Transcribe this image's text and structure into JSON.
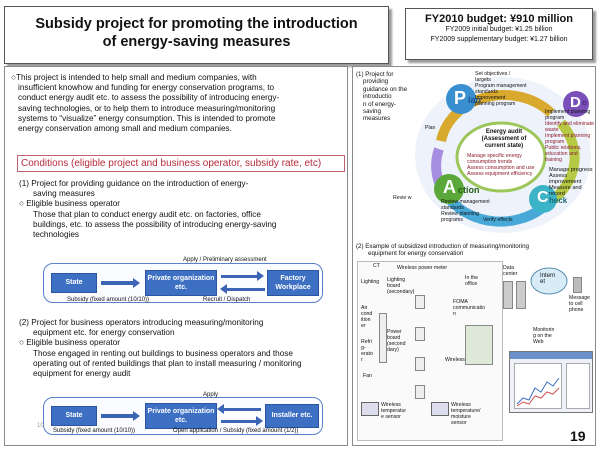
{
  "title": "Subsidy project for promoting the introduction of energy-saving measures",
  "budget": {
    "main": "FY2010 budget: ¥910 million",
    "initial": "FY2009 initial budget: ¥1.25 billion",
    "supplementary": "FY2009 supplementary budget: ¥1.27 billion"
  },
  "intro": {
    "bullet": "○",
    "lines": [
      "This project is intended to help small and medium companies, with",
      "insufficient knowhow  and funding for energy conservation programs, to",
      "conduct energy audit etc. to assess the possibility of introducing energy-",
      "saving technologies, or to help them to introduce measuring/monitoring",
      "systems to “visualize” energy consumption. This is intended to promote",
      "energy conservation among small and medium companies."
    ]
  },
  "conditions_heading": "Conditions (eligible project and business operator, subsidy rate, etc)",
  "section1": {
    "heading": [
      "(1) Project for providing guidance on the introduction of energy-",
      "saving measures"
    ],
    "eligible_label": "○ Eligible business operator",
    "eligible_text": [
      "Those that plan to conduct energy audit etc. on factories, office",
      "buildings, etc. to assess the possibility of introducing energy-saving",
      "technologies"
    ],
    "flow": {
      "state": "State",
      "private": "Private organization etc.",
      "target": "Factory Workplace",
      "top_label": "Apply / Preliminary assessment",
      "left_label": "Subsidy (fixed amount (10/10))",
      "right_label": "Recruit / Dispatch"
    }
  },
  "section2": {
    "heading": [
      "(2) Project for business operators introducing measuring/monitoring",
      "equipment etc. for energy conservation"
    ],
    "eligible_label": "○ Eligible business operator",
    "eligible_text": [
      "Those engaged in renting out buildings to business operators and those",
      "operating out of rented buildings that plan to install measuring / monitoring",
      "equipment for energy audit"
    ],
    "flow": {
      "state": "State",
      "private": "Private organization etc.",
      "target": "Installer etc.",
      "top_label": "Apply",
      "left_label": "Subsidy (fixed amount (10/10))",
      "right_label": "Open application / Subsidy (fixed amount (1/2))"
    }
  },
  "small_number": "10",
  "right": {
    "caption1": [
      "(1) Project for",
      "providing",
      "guidance on the",
      "introductio",
      "n of energy-",
      "saving",
      "measures"
    ],
    "pdca": {
      "plan": {
        "letter": "P",
        "rest": "lan"
      },
      "do": {
        "letter": "D",
        "rest": "o"
      },
      "check": {
        "letter": "C",
        "rest": "heck"
      },
      "action": {
        "letter": "A",
        "rest": "ction"
      },
      "plan_small": "Plan",
      "review": "Revie w",
      "verify": "Verify effects",
      "plan_items": [
        "Set objectives /",
        "targets",
        "Program management",
        "standards",
        "Improvement",
        "planning program"
      ],
      "do_items_title": "Implement planning program",
      "do_items": [
        "Identify and eliminate waste",
        "Implement planning program",
        "Public relations, education and training"
      ],
      "check_items": [
        "Manage progress",
        "Assess improvement",
        "Measure and record"
      ],
      "action_items": [
        "Review management standards",
        "Review planning programs"
      ],
      "center_title": [
        "Energy audit",
        "(Assessment of",
        "current state)"
      ],
      "center_items": [
        "Manage specific energy consumption trends",
        "Assess consumption and use",
        "Assess equipment efficiency"
      ]
    },
    "caption2": [
      "(2) Example of subsidized introduction of measuring/monitoring",
      "equipment for energy conservation"
    ],
    "diagram": {
      "ct": "CT",
      "wireless_power_meter": "Wireless power meter",
      "lighting": "Lighting",
      "lighting_board": [
        "Lighting",
        "board",
        "(secondary)"
      ],
      "air_conditioner": [
        "Air",
        "cond",
        "ition",
        "er"
      ],
      "power_board": [
        "Power",
        "board",
        "(second",
        "dary)"
      ],
      "refrigerator": [
        "Refri",
        "g-",
        "erato",
        "r"
      ],
      "fan": "Fan",
      "in_office": [
        "In the",
        "office"
      ],
      "foma": [
        "FOMA",
        "communicatio",
        "n"
      ],
      "wireless": "Wireless",
      "data_center": [
        "Data",
        "center"
      ],
      "internet": [
        "Intern",
        "et"
      ],
      "message": [
        "Message",
        "to cell",
        "phone"
      ],
      "monitoring": [
        "Monitorin",
        "g on the",
        "Web"
      ],
      "wireless_sensor1": [
        "Wireless",
        "temperatur",
        "e sensor"
      ],
      "wireless_sensor2": [
        "Wireless",
        "temperature/",
        "moisture",
        "sensor"
      ]
    }
  },
  "page_number": "19",
  "colors": {
    "accent_blue": "#3d6fc3",
    "conditions_red": "#b52a3b",
    "plan": "#3a8fd0",
    "do": "#7a4fb8",
    "check": "#3db3c8",
    "action": "#5aa83a"
  }
}
